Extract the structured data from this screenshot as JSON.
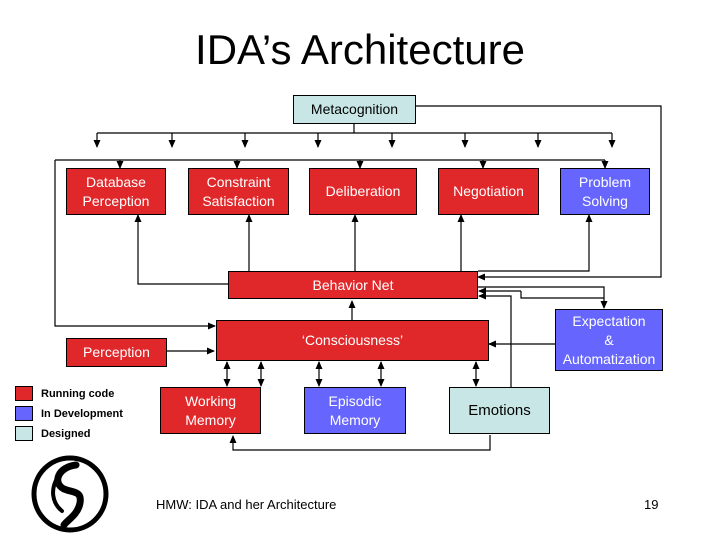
{
  "title": "IDA’s Architecture",
  "modules": {
    "metacognition": "Metacognition",
    "database_perception": "Database\nPerception",
    "constraint_satisfaction": "Constraint\nSatisfaction",
    "deliberation": "Deliberation",
    "negotiation": "Negotiation",
    "problem_solving": "Problem\nSolving",
    "behavior_net": "Behavior Net",
    "consciousness": "‘Consciousness’",
    "perception": "Perception",
    "expectation": "Expectation\n&\nAutomatization",
    "working_memory": "Working\nMemory",
    "episodic_memory": "Episodic\nMemory",
    "emotions": "Emotions"
  },
  "legend": [
    {
      "label": "Running code",
      "color": "#e0282b"
    },
    {
      "label": "In Development",
      "color": "#6666ff"
    },
    {
      "label": "Designed",
      "color": "#c8e6e6"
    }
  ],
  "colors": {
    "running": "#e0282b",
    "development": "#6666ff",
    "designed": "#c8e6e6"
  },
  "footer": {
    "text": "HMW: IDA and her Architecture",
    "page": "19"
  },
  "logo_icon": "ida-spiral-logo-icon"
}
